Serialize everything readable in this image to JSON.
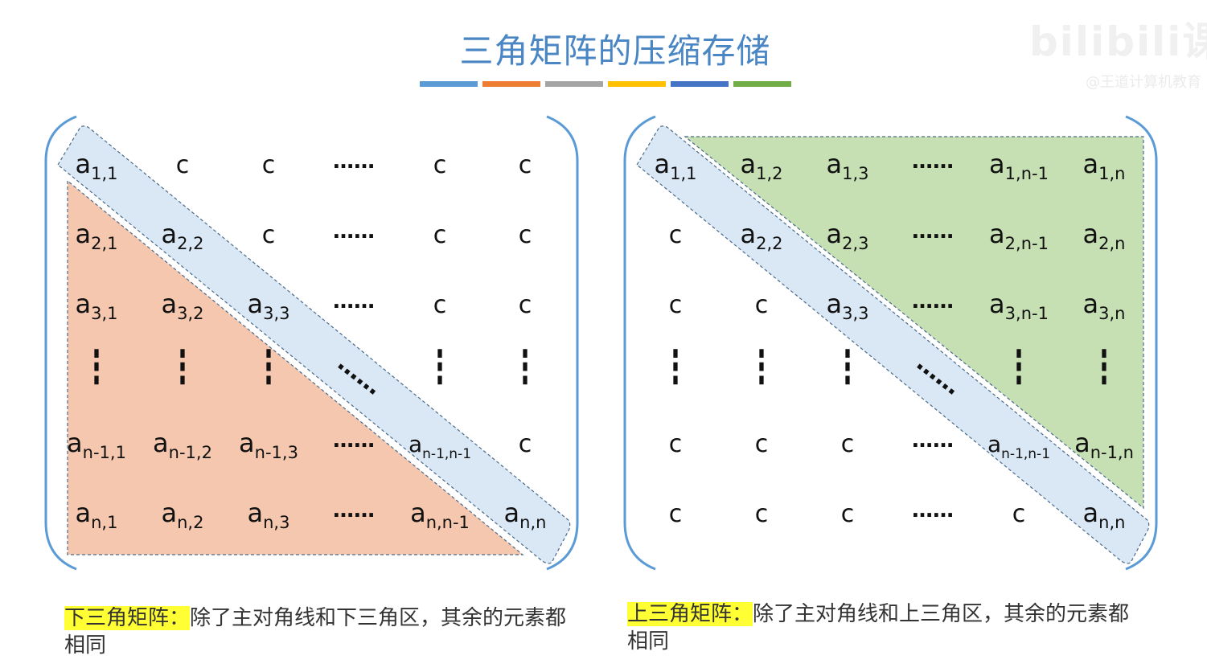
{
  "title": "三角矩阵的压缩存储",
  "title_bar_colors": [
    "#5b9bd5",
    "#ed7d31",
    "#a5a5a5",
    "#ffc000",
    "#4472c4",
    "#70ad47"
  ],
  "watermark": {
    "logo": "bilibili课堂",
    "sub": "@王道计算机教育"
  },
  "colors": {
    "bracket": "#5b9bd5",
    "lower_fill": "#f4c7ae",
    "upper_fill": "#c6e0b4",
    "diag_fill": "#dae8f5",
    "dash_line": "#4a6a8a",
    "text": "#111111"
  },
  "lower_matrix": {
    "rows": [
      [
        "a|1,1",
        "c",
        "c",
        "……",
        "c",
        "c"
      ],
      [
        "a|2,1",
        "a|2,2",
        "c",
        "……",
        "c",
        "c"
      ],
      [
        "a|3,1",
        "a|3,2",
        "a|3,3",
        "……",
        "c",
        "c"
      ],
      [
        "⋮",
        "⋮",
        "⋮",
        "⋱",
        "⋮",
        "⋮"
      ],
      [
        "a|n-1,1",
        "a|n-1,2",
        "a|n-1,3",
        "……",
        "a|n-1,n-1",
        "c"
      ],
      [
        "a|n,1",
        "a|n,2",
        "a|n,3",
        "……",
        "a|n,n-1",
        "a|n,n"
      ]
    ]
  },
  "upper_matrix": {
    "rows": [
      [
        "a|1,1",
        "a|1,2",
        "a|1,3",
        "……",
        "a|1,n-1",
        "a|1,n"
      ],
      [
        "c",
        "a|2,2",
        "a|2,3",
        "……",
        "a|2,n-1",
        "a|2,n"
      ],
      [
        "c",
        "c",
        "a|3,3",
        "……",
        "a|3,n-1",
        "a|3,n"
      ],
      [
        "⋮",
        "⋮",
        "⋮",
        "⋱",
        "⋮",
        "⋮"
      ],
      [
        "c",
        "c",
        "c",
        "……",
        "a|n-1,n-1",
        "a|n-1,n"
      ],
      [
        "c",
        "c",
        "c",
        "……",
        "c",
        "a|n,n"
      ]
    ]
  },
  "captions": {
    "lower": {
      "label": "下三角矩阵：",
      "text": "除了主对角线和下三角区，其余的元素都相同"
    },
    "upper": {
      "label": "上三角矩阵：",
      "text": "除了主对角线和上三角区，其余的元素都相同"
    }
  }
}
